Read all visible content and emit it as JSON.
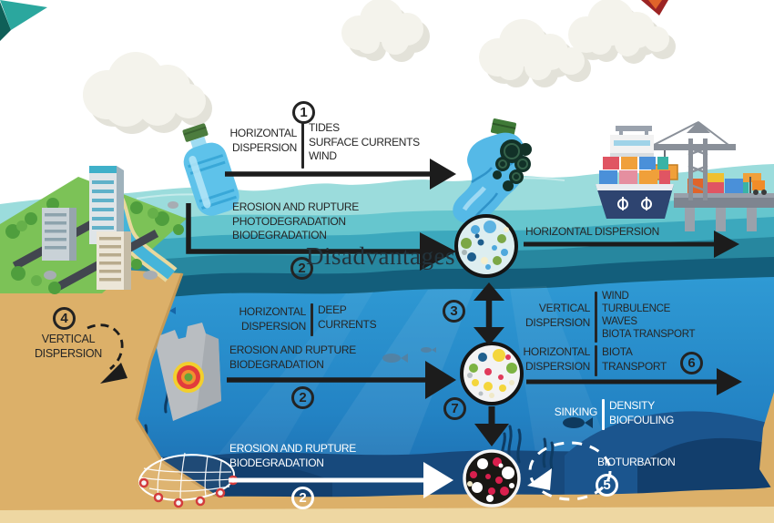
{
  "watermark": "Disadvantages",
  "badges": {
    "surface_transport": "1",
    "surface_degradation": "2",
    "vertical_mixing": "3",
    "shore_vertical": "4",
    "bioturbation": "5",
    "biota_transport": "6",
    "midwater_microplastics": "7",
    "midwater_degradation": "2",
    "seafloor_degradation": "2"
  },
  "labels": {
    "surface_transport": {
      "left": [
        "HORIZONTAL",
        "DISPERSION"
      ],
      "right": [
        "TIDES",
        "SURFACE CURRENTS",
        "WIND"
      ]
    },
    "surface_degradation": [
      "EROSION AND RUPTURE",
      "PHOTODEGRADATION",
      "BIODEGRADATION"
    ],
    "surface_horizontal": "HORIZONTAL DISPERSION",
    "deep_currents": {
      "left": [
        "HORIZONTAL",
        "DISPERSION"
      ],
      "right": [
        "DEEP",
        "CURRENTS"
      ]
    },
    "vertical_mixing": {
      "left": [
        "VERTICAL",
        "DISPERSION"
      ],
      "right": [
        "WIND",
        "TURBULENCE",
        "WAVES",
        "BIOTA TRANSPORT"
      ]
    },
    "midwater_degradation": [
      "EROSION AND RUPTURE",
      "BIODEGRADATION"
    ],
    "biota_transport": {
      "left": [
        "HORIZONTAL",
        "DISPERSION"
      ],
      "right": [
        "BIOTA",
        "TRANSPORT"
      ]
    },
    "sinking": {
      "left": [
        "SINKING"
      ],
      "right": [
        "DENSITY",
        "BIOFOULING"
      ]
    },
    "shore_vertical": [
      "VERTICAL",
      "DISPERSION"
    ],
    "seafloor_degradation": [
      "EROSION AND RUPTURE",
      "BIODEGRADATION"
    ],
    "bioturbation": "BIOTURBATION"
  },
  "colors": {
    "surface_water": "#9bdcdc",
    "mid_water": "#3ca8bd",
    "dark_band": "#135e7b",
    "deep_water": "#2f9ad4",
    "sand": "#dcb069",
    "arrow_black": "#1c1c1c",
    "arrow_white": "#ffffff",
    "microplastic_red": "#d81f4d",
    "algae_green": "#123128"
  }
}
